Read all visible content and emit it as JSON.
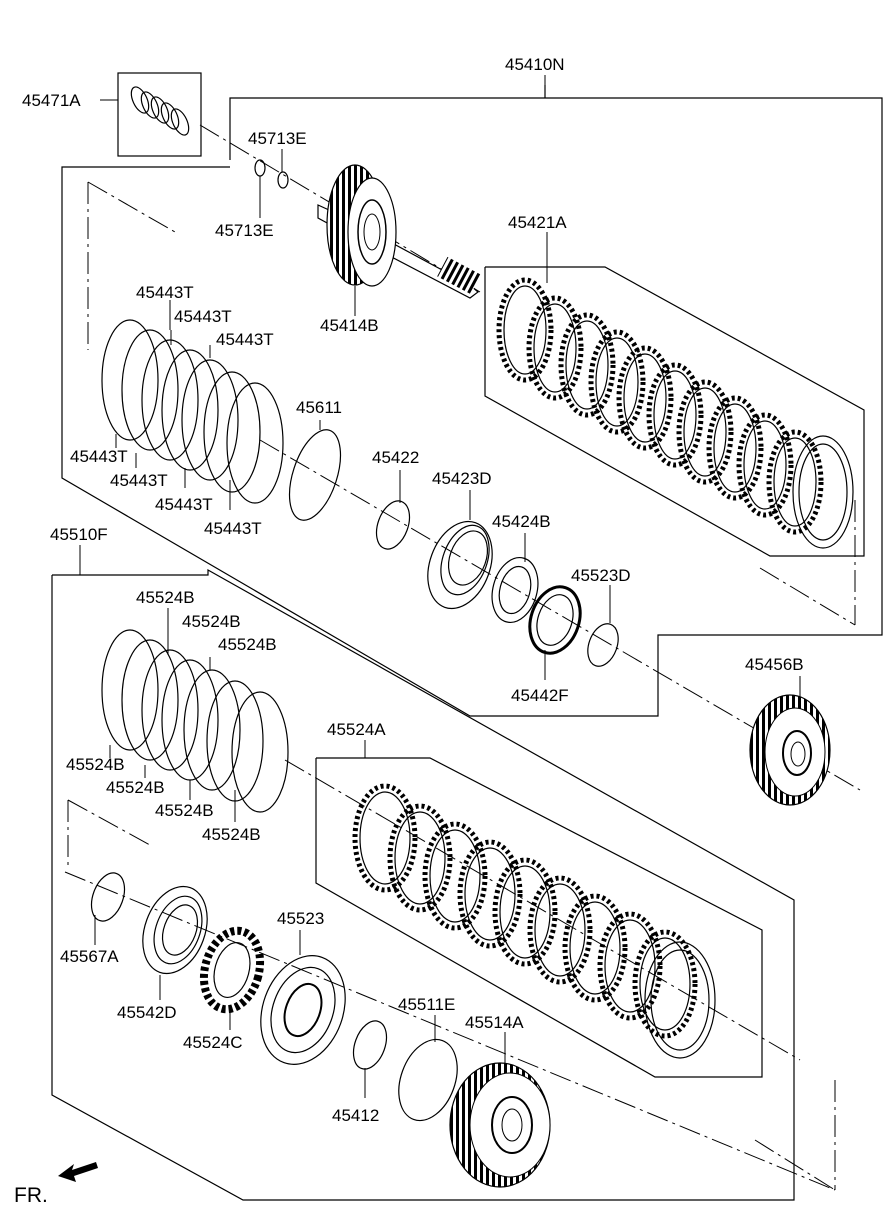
{
  "labels": {
    "l45471A": "45471A",
    "l45410N": "45410N",
    "l45713E_top": "45713E",
    "l45713E_bot": "45713E",
    "l45421A": "45421A",
    "l45414B": "45414B",
    "l45443T_1": "45443T",
    "l45443T_2": "45443T",
    "l45443T_3": "45443T",
    "l45443T_4": "45443T",
    "l45443T_5": "45443T",
    "l45443T_6": "45443T",
    "l45443T_7": "45443T",
    "l45611": "45611",
    "l45422": "45422",
    "l45423D": "45423D",
    "l45424B": "45424B",
    "l45523D": "45523D",
    "l45442F": "45442F",
    "l45510F": "45510F",
    "l45456B": "45456B",
    "l45524B_1": "45524B",
    "l45524B_2": "45524B",
    "l45524B_3": "45524B",
    "l45524B_4": "45524B",
    "l45524B_5": "45524B",
    "l45524B_6": "45524B",
    "l45524B_7": "45524B",
    "l45524A": "45524A",
    "l45567A": "45567A",
    "l45542D": "45542D",
    "l45523": "45523",
    "l45524C": "45524C",
    "l45511E": "45511E",
    "l45514A": "45514A",
    "l45412": "45412",
    "fr": "FR."
  },
  "icons": {
    "front_arrow": "arrow-front-left-icon"
  },
  "colors": {
    "line": "#000000",
    "background": "#ffffff"
  }
}
